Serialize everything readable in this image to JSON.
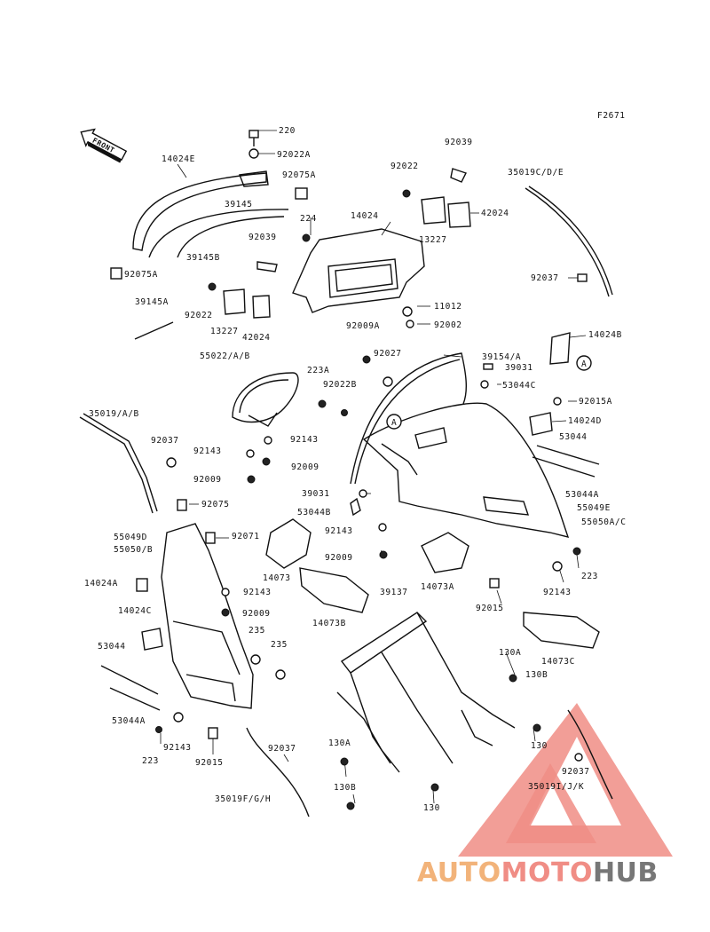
{
  "figure_code": "F2671",
  "front_label": "FRONT",
  "watermark": {
    "part1": "AUTO",
    "part2": "MOTO",
    "part3": "HUB",
    "color_part1": "#f2b37a",
    "color_part2": "#f08d85",
    "color_part3": "#777777",
    "triangle_color": "#f08d85"
  },
  "callouts": [
    "A",
    "A"
  ],
  "labels": [
    "220",
    "92022A",
    "14024E",
    "92075A",
    "39145",
    "224",
    "14024",
    "92022",
    "92039",
    "42024",
    "13227",
    "35019C/D/E",
    "39145B",
    "92075A",
    "92039",
    "92022",
    "13227",
    "42024",
    "39145A",
    "92037",
    "11012",
    "92002",
    "92009A",
    "92027",
    "39154/A",
    "39031",
    "14024B",
    "223A",
    "92022B",
    "53044C",
    "92015A",
    "55022/A/B",
    "14024D",
    "35019/A/B",
    "53044",
    "92037",
    "92143",
    "92143",
    "92009",
    "92009",
    "53044A",
    "55049E",
    "55050A/C",
    "39031",
    "92075",
    "53044B",
    "55049D",
    "55050/B",
    "92071",
    "92143",
    "14073",
    "92009",
    "14073A",
    "223",
    "14024A",
    "92143",
    "92143",
    "39137",
    "14024C",
    "92009",
    "92015",
    "14073B",
    "235",
    "235",
    "53044",
    "130A",
    "14073C",
    "130B",
    "53044A",
    "130",
    "130A",
    "223",
    "92143",
    "92015",
    "92037",
    "130B",
    "92037",
    "35019I/J/K",
    "35019F/G/H",
    "130"
  ]
}
